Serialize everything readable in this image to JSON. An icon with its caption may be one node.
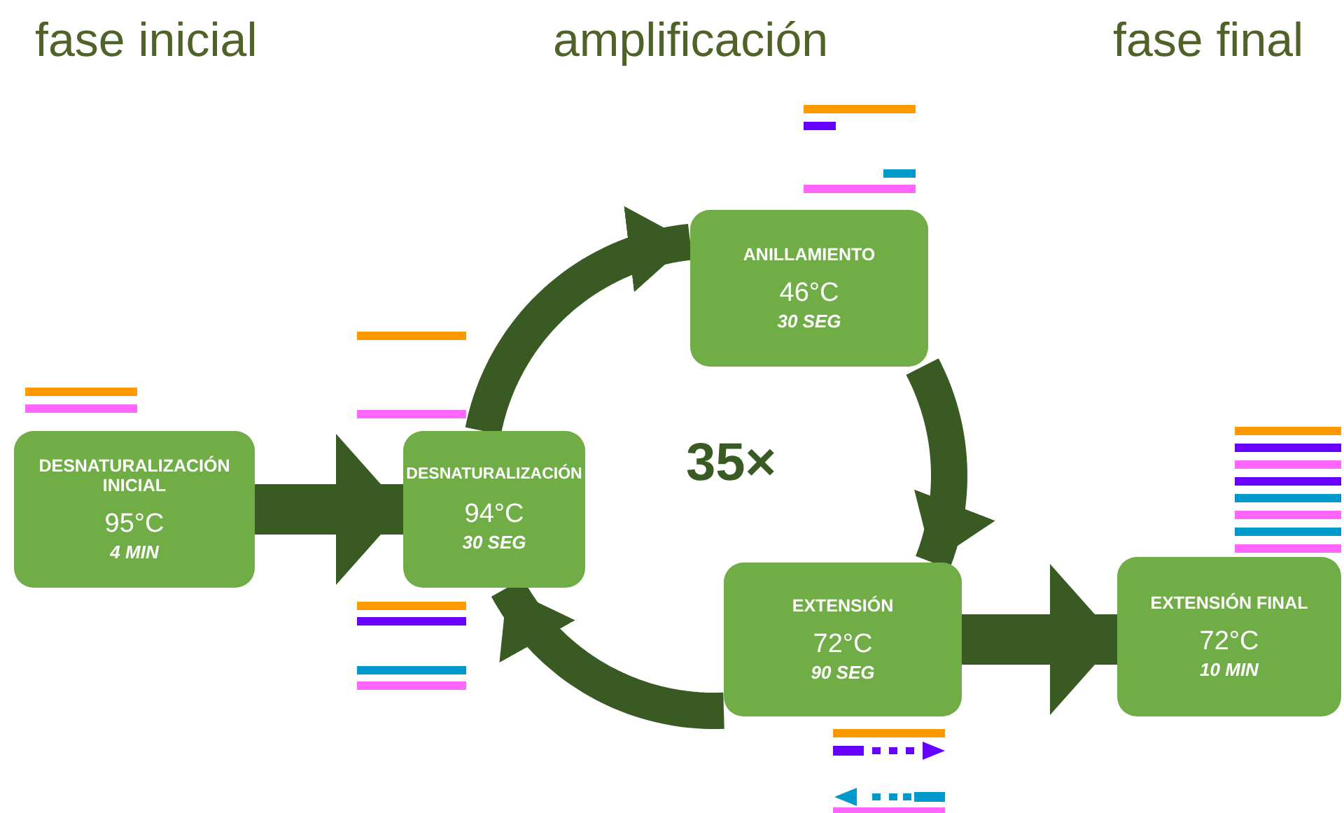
{
  "diagram": {
    "nodes": [
      {
        "text": [
          "DESNATURALIZACIÓN INICIAL",
          "95°C",
          "4 MIN"
        ]
      },
      {
        "text": [
          "DESNATURALIZACIÓN",
          "94°C",
          "30 SEG"
        ]
      },
      {
        "text": [
          "ANILLAMIENTO",
          "46°C",
          "30 SEG"
        ]
      },
      {
        "text": [
          "EXTENSIÓN",
          "72°C",
          "90 SEG"
        ]
      },
      {
        "text": [
          "EXTENSIÓN FINAL",
          "72°C",
          "10 MIN"
        ]
      }
    ],
    "edges": [
      {
        "from": 0,
        "to": 1,
        "arrow": "to"
      },
      {
        "from": 1,
        "to": 2,
        "arrow": "to"
      },
      {
        "from": 2,
        "to": 3,
        "arrow": "to"
      },
      {
        "from": 3,
        "to": 1,
        "arrow": "to"
      },
      {
        "from": 3,
        "to": 4,
        "arrow": "to"
      }
    ],
    "labels": [
      "fase inicial",
      "amplificación",
      "fase final",
      "35×"
    ]
  }
}
